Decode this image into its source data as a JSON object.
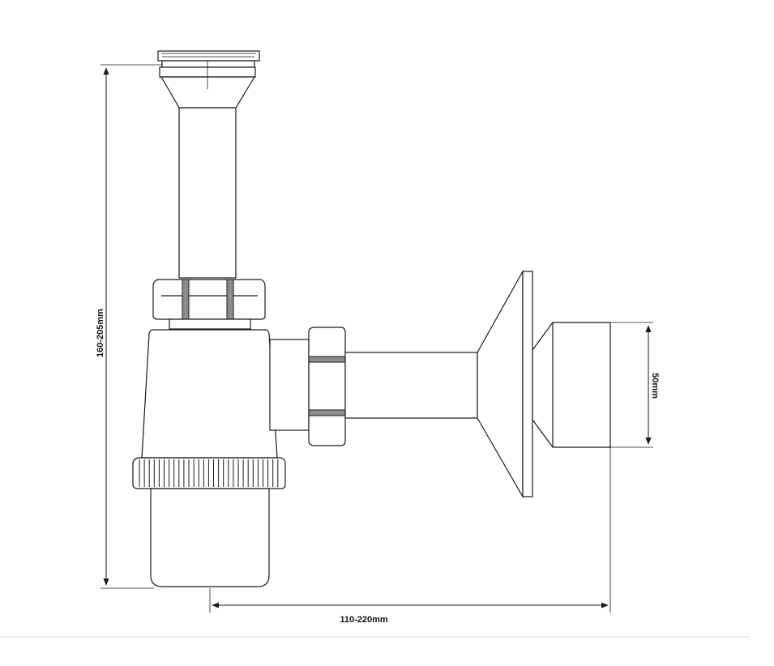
{
  "diagram": {
    "dimensions": {
      "height": "160-205mm",
      "width": "110-220mm",
      "outlet": "50mm"
    },
    "colors": {
      "line": "#1a1a1a",
      "band": "#8c8c8c",
      "background": "#ffffff"
    }
  }
}
